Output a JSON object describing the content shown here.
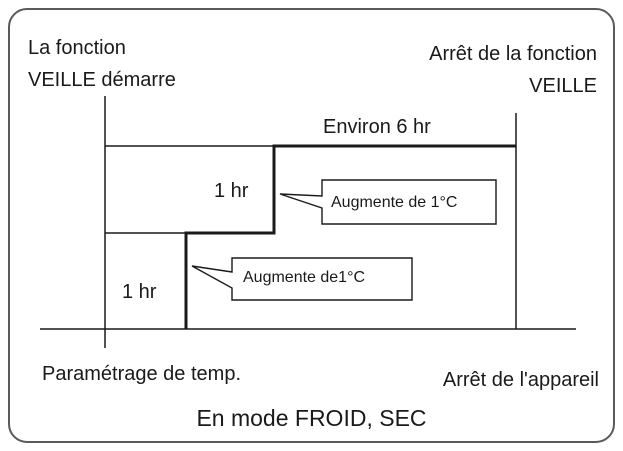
{
  "diagram": {
    "start_label_line1": "La fonction",
    "start_label_line2": "VEILLE démarre",
    "stop_label_line1": "Arrêt de la fonction",
    "stop_label_line2": "VEILLE",
    "duration_label": "Environ 6 hr",
    "step1_duration": "1 hr",
    "step2_duration": "1 hr",
    "step1_callout": "Augmente de1°C",
    "step2_callout": "Augmente de 1°C",
    "temp_setting_label": "Paramétrage de temp.",
    "unit_off_label": "Arrêt de l'appareil",
    "caption": "En mode FROID, SEC"
  }
}
